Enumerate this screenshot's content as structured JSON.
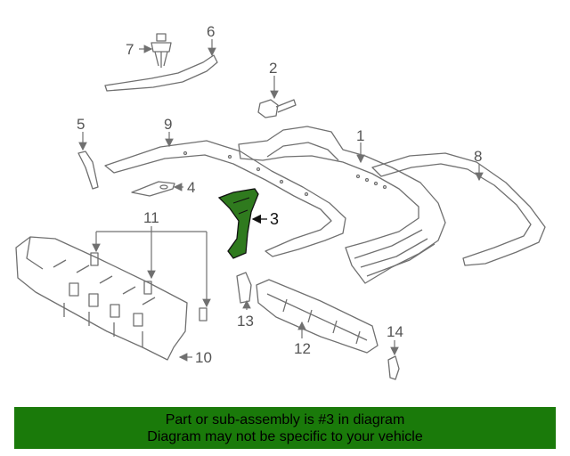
{
  "colors": {
    "highlight_part": "#2f7a1e",
    "banner_bg": "#1a7a0a",
    "line_art": "#707070"
  },
  "callouts": [
    "1",
    "2",
    "3",
    "4",
    "5",
    "6",
    "7",
    "8",
    "9",
    "10",
    "11",
    "12",
    "13",
    "14"
  ],
  "banner": {
    "line1": "Part or sub-assembly is #3 in diagram",
    "line2": "Diagram may not be specific to your vehicle"
  }
}
